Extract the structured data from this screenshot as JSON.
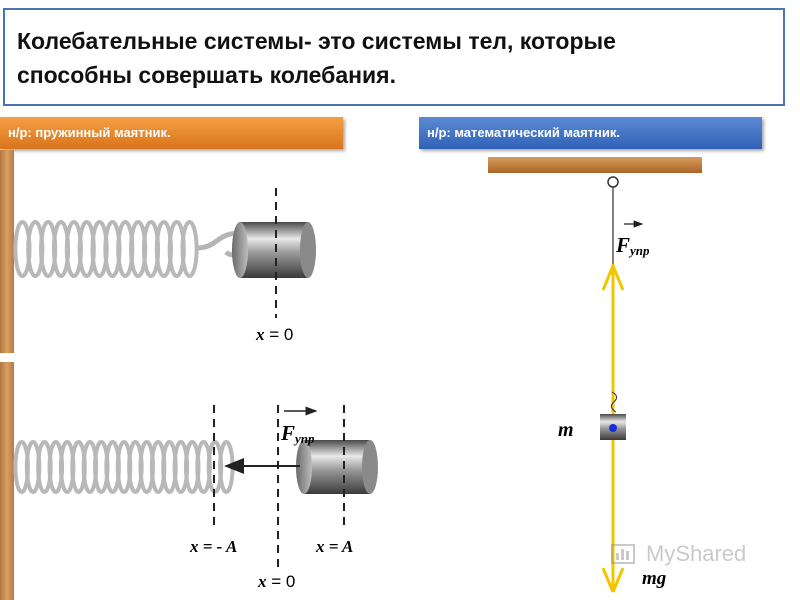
{
  "title": {
    "line1": "Колебательные системы- это системы тел, которые",
    "line2": "способны совершать колебания."
  },
  "labels": {
    "spring": "н/р: пружинный маятник.",
    "math": "н/р: математический маятник."
  },
  "spring_pendulum": {
    "top_x_name": "x",
    "top_x_value": " = 0",
    "force_name": "F",
    "force_sub": "упр",
    "neg_a_name": "x",
    "neg_a_value": " = - A",
    "pos_a_name": "x",
    "pos_a_value": " = A",
    "bottom_x_name": "x",
    "bottom_x_value": " = 0"
  },
  "math_pendulum": {
    "force_name": "F",
    "force_sub": "упр",
    "mass": "m",
    "gravity": "mg"
  },
  "watermark": "MyShared",
  "colors": {
    "title_border": "#4a73b5",
    "label_orange": "#e8892b",
    "label_blue": "#3e6fc2",
    "wood": "#c98a4e",
    "arrow_yellow": "#f2c500",
    "bob_dot": "#1430d8"
  }
}
